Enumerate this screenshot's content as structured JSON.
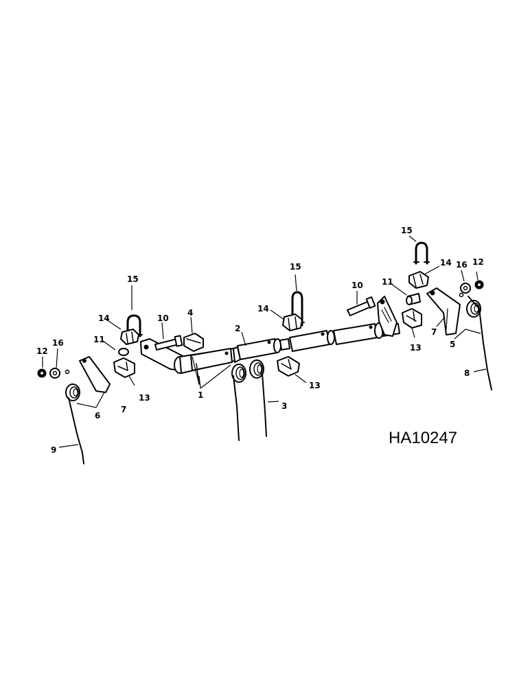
{
  "drawing_code": "HA10247",
  "callouts": {
    "c1": "1",
    "c2": "2",
    "c3": "3",
    "c4": "4",
    "c5": "5",
    "c6": "6",
    "c7_left": "7",
    "c7_right": "7",
    "c8": "8",
    "c9": "9",
    "c10_left": "10",
    "c10_right": "10",
    "c11_left": "11",
    "c11_right": "11",
    "c12_left": "12",
    "c12_right": "12",
    "c13_left": "13",
    "c13_mid": "13",
    "c13_right": "13",
    "c14_left": "14",
    "c14_mid": "14",
    "c14_right": "14",
    "c15_left": "15",
    "c15_mid": "15",
    "c15_right": "15",
    "c16_left": "16",
    "c16_right": "16"
  }
}
